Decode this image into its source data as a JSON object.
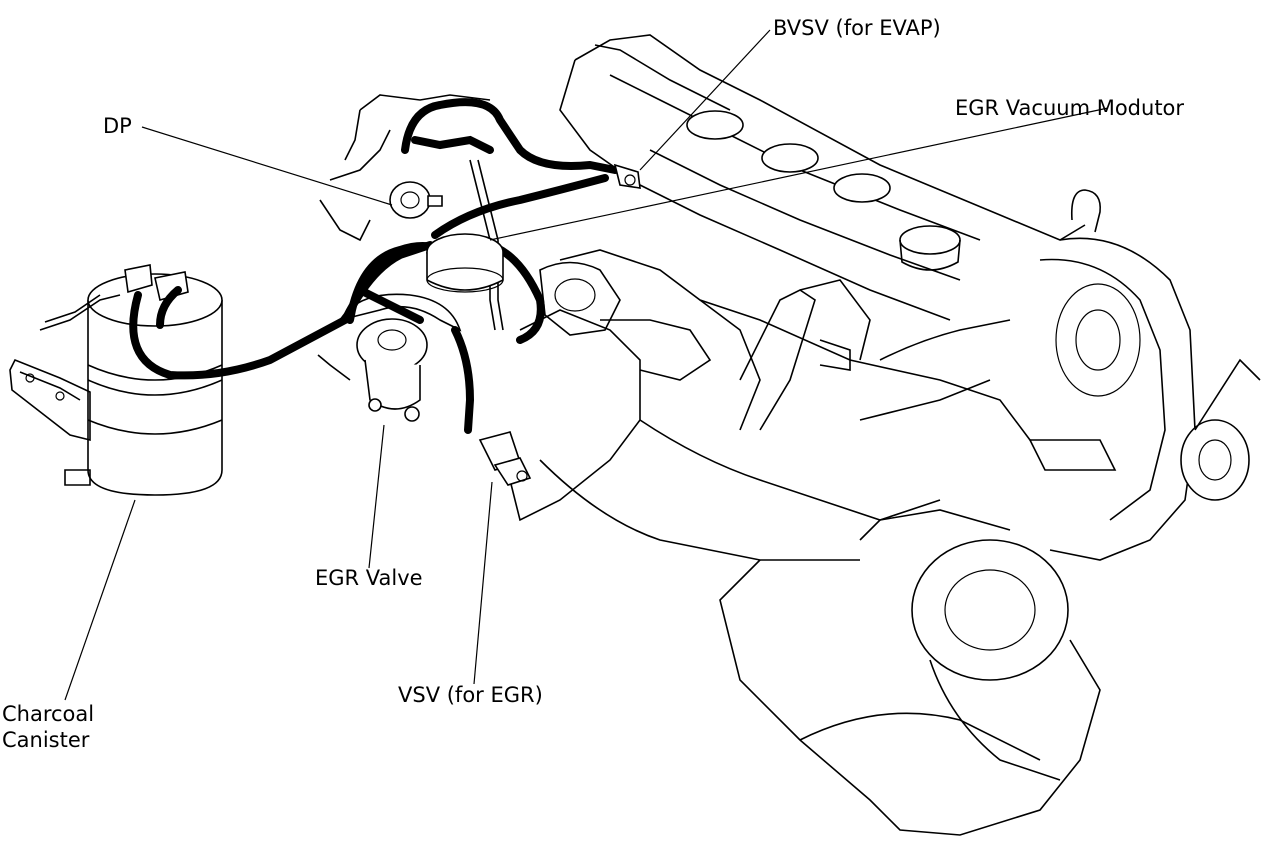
{
  "labels": {
    "bvsv": "BVSV (for EVAP)",
    "egr_modulator": "EGR Vacuum Modutor",
    "dp": "DP",
    "egr_valve": "EGR Valve",
    "vsv": "VSV (for EGR)",
    "charcoal_line1": "Charcoal",
    "charcoal_line2": "Canister"
  }
}
